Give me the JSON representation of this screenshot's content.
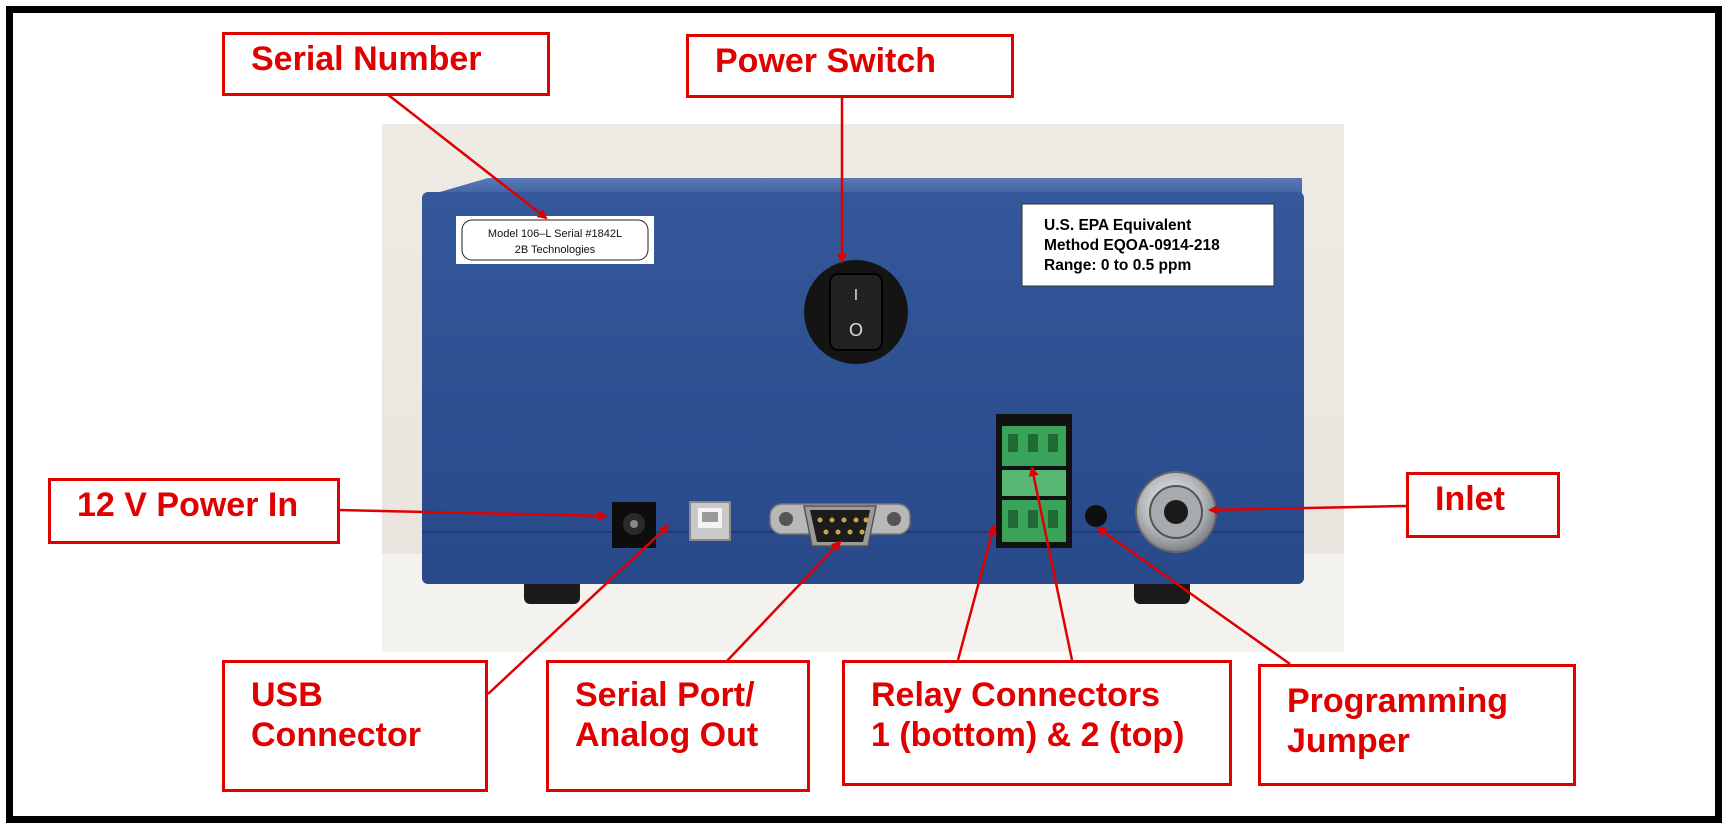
{
  "callouts": {
    "serial_number": "Serial Number",
    "power_switch": "Power Switch",
    "power_in": "12 V Power In",
    "inlet": "Inlet",
    "usb": "USB\nConnector",
    "serial_port": "Serial Port/\nAnalog Out",
    "relay": "Relay Connectors\n1 (bottom) & 2 (top)",
    "jumper": "Programming\nJumper"
  },
  "device": {
    "model_label": {
      "line1": "Model 106–L Serial #1842L",
      "line2": "2B Technologies"
    },
    "epa_label": {
      "line1": "U.S. EPA Equivalent",
      "line2": "Method EQOA-0914-218",
      "line3": "Range: 0 to 0.5 ppm"
    },
    "switch_symbols": {
      "on": "I",
      "off": "O"
    }
  },
  "colors": {
    "callout": "#e00000",
    "chassis": "#2b4e8e",
    "terminal_block": "#3aa35a",
    "frame": "#000000"
  }
}
